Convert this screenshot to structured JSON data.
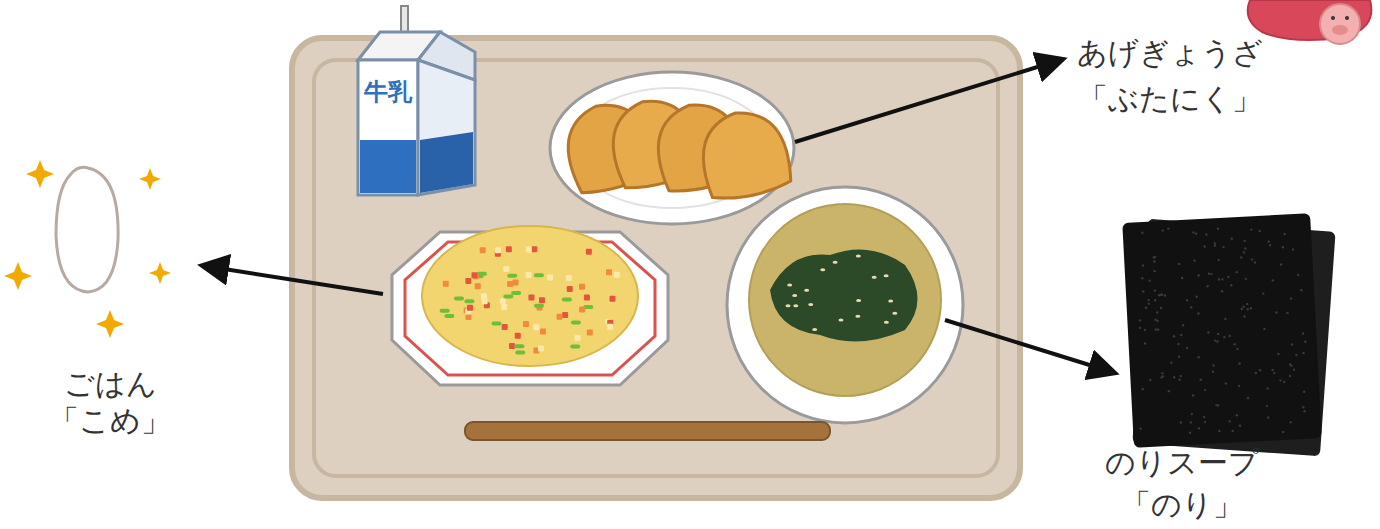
{
  "diagram": {
    "labels": [
      "あげぎょうざ",
      "「ぶたにく」",
      "ごはん",
      "「こめ」",
      "のりスープ",
      "「のり」",
      "牛乳"
    ]
  }
}
